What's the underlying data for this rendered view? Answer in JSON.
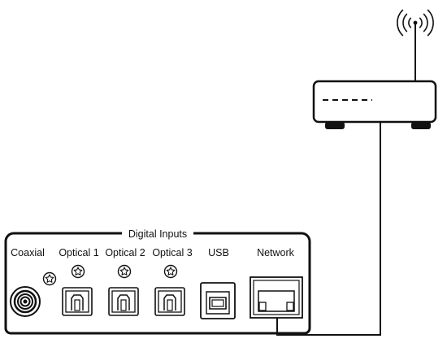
{
  "panel": {
    "title": "Digital Inputs",
    "ports": [
      {
        "label": "Coaxial",
        "icon": "coaxial-connector-icon",
        "ground_icon": "ground-terminal-icon"
      },
      {
        "label": "Optical 1",
        "icon": "optical-connector-icon",
        "ground_icon": "ground-terminal-icon"
      },
      {
        "label": "Optical 2",
        "icon": "optical-connector-icon",
        "ground_icon": "ground-terminal-icon"
      },
      {
        "label": "Optical 3",
        "icon": "optical-connector-icon",
        "ground_icon": "ground-terminal-icon"
      },
      {
        "label": "USB",
        "icon": "usb-b-connector-icon"
      },
      {
        "label": "Network",
        "icon": "ethernet-connector-icon"
      }
    ]
  },
  "router": {
    "icon": "router-icon",
    "antenna_icon": "wireless-signal-icon"
  },
  "colors": {
    "stroke": "#111111",
    "background": "#ffffff"
  }
}
